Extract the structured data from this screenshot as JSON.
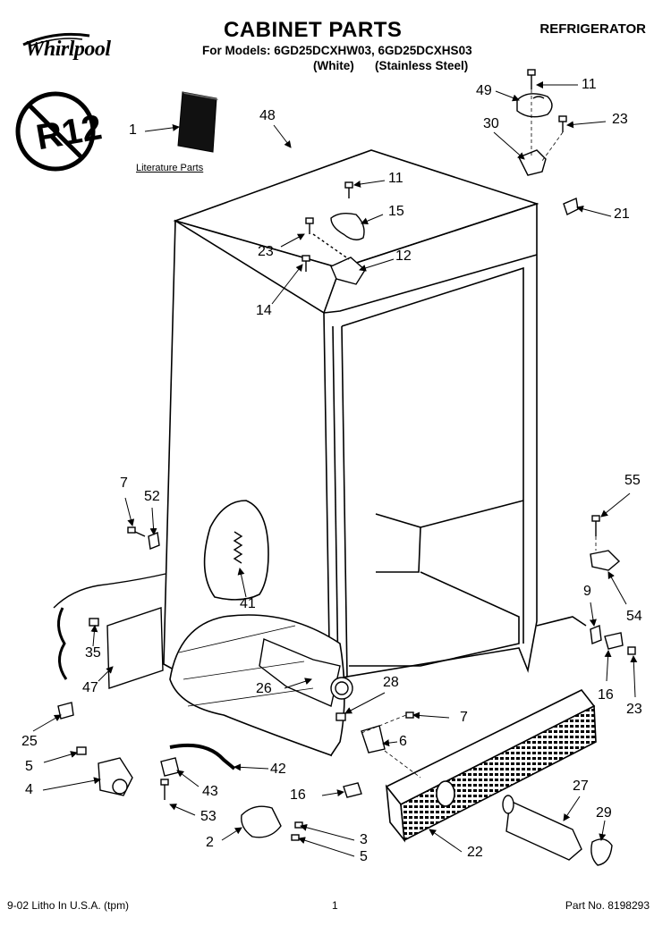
{
  "header": {
    "brand": "Whirlpool",
    "title": "CABINET PARTS",
    "category": "REFRIGERATOR",
    "models_line": "For Models: 6GD25DCXHW03, 6GD25DCXHS03",
    "variant_white": "(White)",
    "variant_stainless": "(Stainless Steel)"
  },
  "badge": {
    "text": "R12"
  },
  "literature_label": "Literature Parts",
  "callouts": {
    "c1": "1",
    "c48": "48",
    "c49": "49",
    "c11a": "11",
    "c23a": "23",
    "c30": "30",
    "c11b": "11",
    "c15": "15",
    "c21": "21",
    "c23b": "23",
    "c12": "12",
    "c14": "14",
    "c7a": "7",
    "c52": "52",
    "c55": "55",
    "c9": "9",
    "c54": "54",
    "c41": "41",
    "c35": "35",
    "c47": "47",
    "c26": "26",
    "c28": "28",
    "c16a": "16",
    "c23c": "23",
    "c7b": "7",
    "c6": "6",
    "c25": "25",
    "c5a": "5",
    "c42": "42",
    "c4": "4",
    "c43": "43",
    "c27": "27",
    "c16b": "16",
    "c29": "29",
    "c53": "53",
    "c3": "3",
    "c2": "2",
    "c5b": "5",
    "c22": "22"
  },
  "footer": {
    "litho": "9-02 Litho In U.S.A. (tpm)",
    "page": "1",
    "part_no": "Part No. 8198293"
  }
}
